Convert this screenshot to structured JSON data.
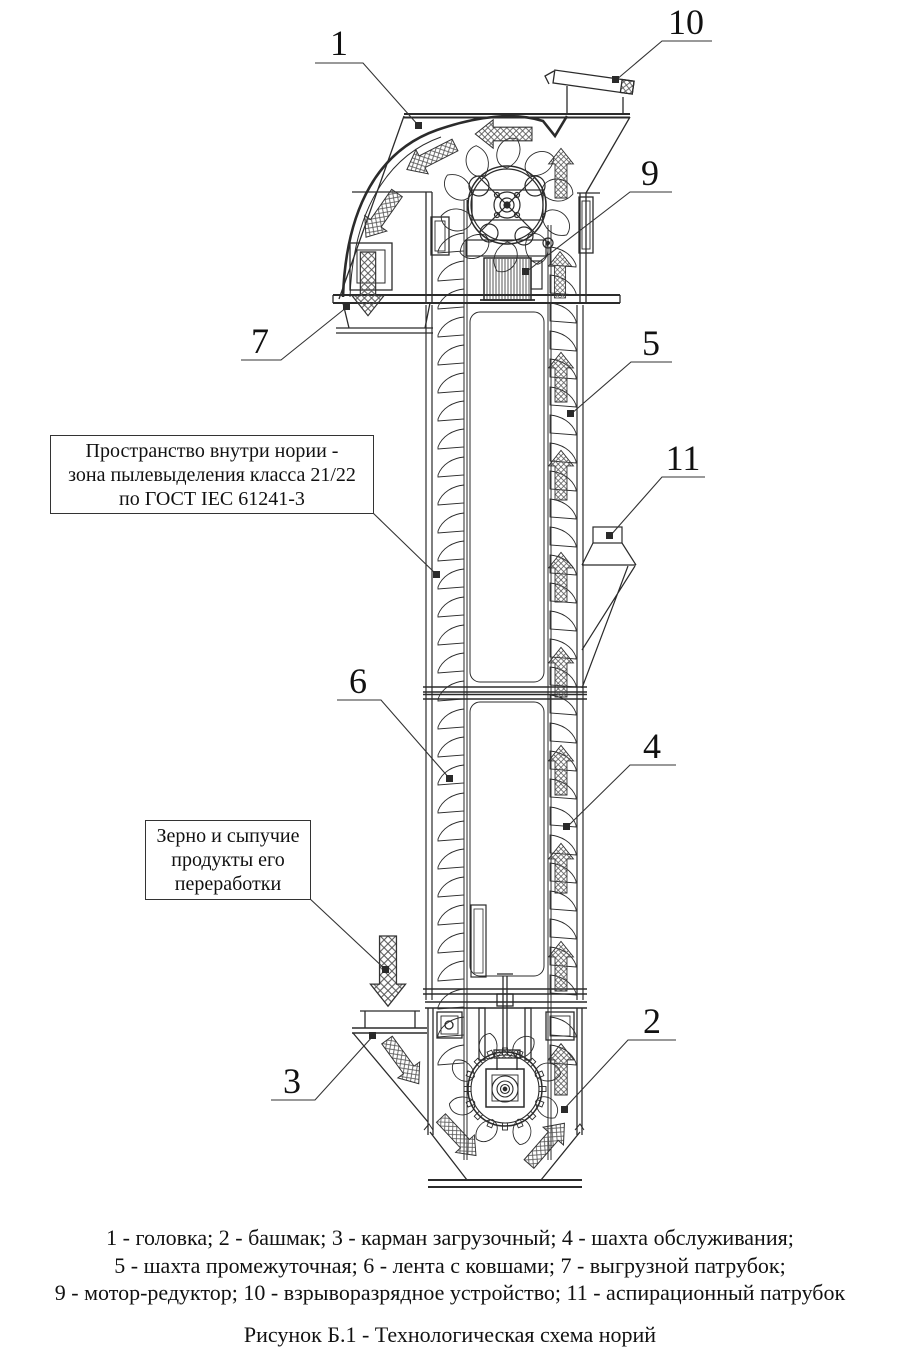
{
  "figure": {
    "callouts": {
      "c1": "1",
      "c2": "2",
      "c3": "3",
      "c4": "4",
      "c5": "5",
      "c6": "6",
      "c7": "7",
      "c9": "9",
      "c10": "10",
      "c11": "11"
    },
    "notes": {
      "dust_zone": "Пространство внутри нории -\nзона пылевыделения класса 21/22\nпо ГОСТ IEC 61241-3",
      "grain": "Зерно и сыпучие\nпродукты его\nпереработки"
    },
    "legend": {
      "line1": "1 - головка; 2 - башмак; 3 - карман загрузочный; 4 - шахта обслуживания;",
      "line2": "5 - шахта промежуточная; 6 - лента с ковшами; 7 - выгрузной патрубок;",
      "line3": "9 - мотор-редуктор; 10 - взрыворазрядное устройство; 11 - аспирационный патрубок"
    },
    "caption": "Рисунок Б.1 - Технологическая схема норий"
  }
}
